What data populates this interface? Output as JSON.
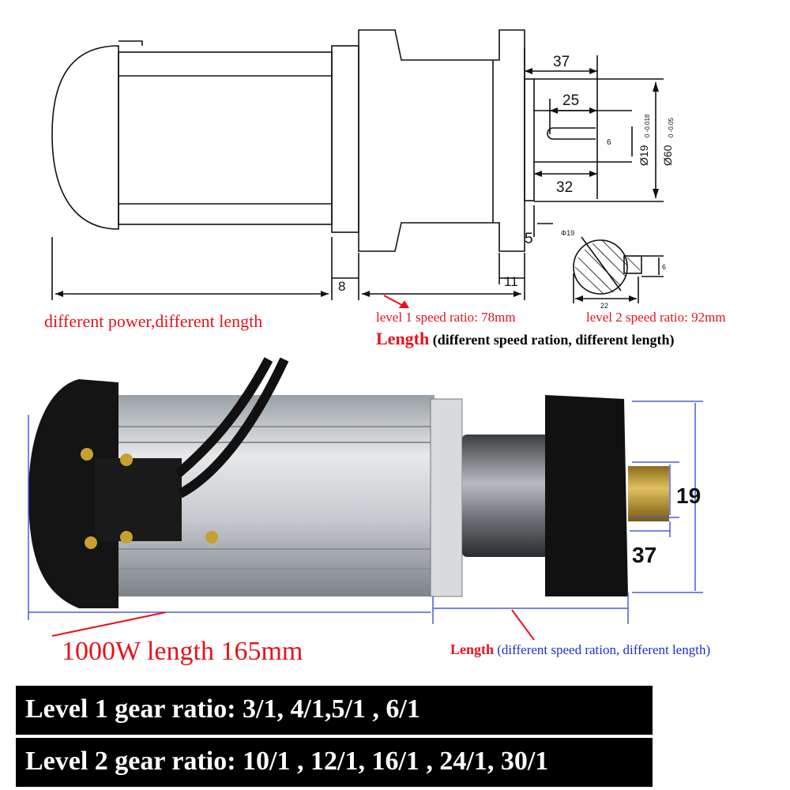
{
  "drawing": {
    "dims": {
      "shaft_length": "37",
      "key_length": "25",
      "shaft_exposed": "32",
      "key_width": "6",
      "shaft_diameter": "Ø19",
      "shaft_tol": "0 -0.018",
      "flange_diameter": "Ø60",
      "flange_tol": "0 -0.05",
      "collar": "5",
      "motor_gap": "8",
      "flange_thickness": "11",
      "section_diameter": "Φ19",
      "section_key": "6",
      "section_width": "22"
    },
    "motor_caption": "different power,different length",
    "level1_ratio": "level 1 speed ratio: 78mm",
    "level2_ratio": "level 2 speed ratio: 92mm",
    "length_word": "Length",
    "length_note": "(different speed ration, different length)"
  },
  "photo": {
    "shaft_diameter": "19",
    "shaft_length": "37",
    "motor_caption": "1000W length 165mm",
    "length_word": "Length",
    "length_note": "(different speed ration, different length)"
  },
  "banners": {
    "level1": "Level 1 gear ratio: 3/1, 4/1,5/1 , 6/1",
    "level2": "Level 2 gear ratio: 10/1 , 12/1, 16/1 , 24/1, 30/1"
  },
  "colors": {
    "red": "#e8121b",
    "blue": "#1b2fd1",
    "dim_line": "#4a5ed8"
  }
}
